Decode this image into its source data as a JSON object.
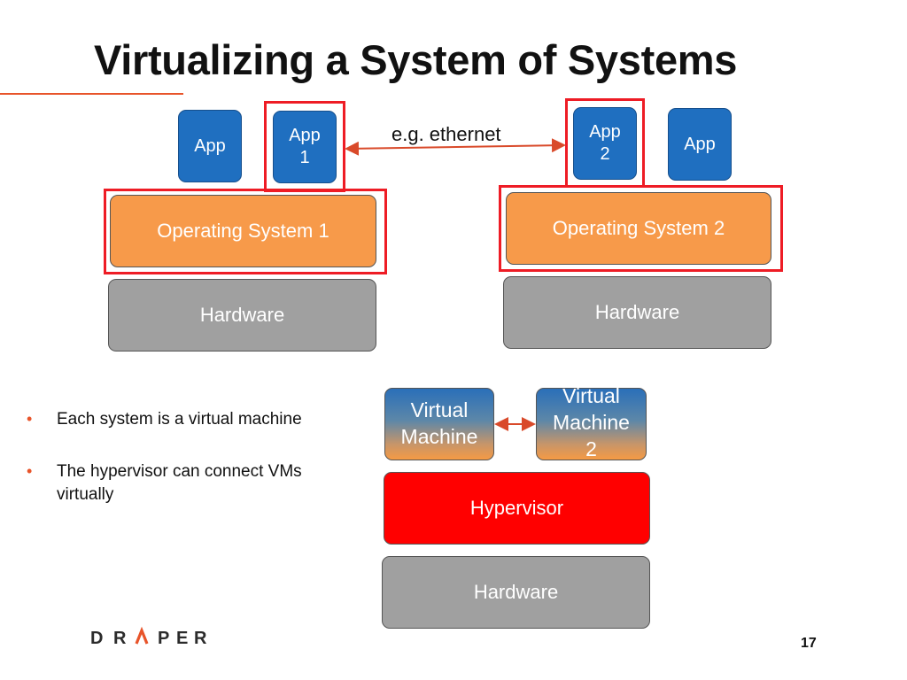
{
  "slide": {
    "title": "Virtualizing a System of Systems",
    "page_number": "17"
  },
  "system1": {
    "app_left": "App",
    "app_right": "App\n1",
    "os": "Operating System 1",
    "hardware": "Hardware"
  },
  "system2": {
    "app_left": "App\n2",
    "app_right": "App",
    "os": "Operating System 2",
    "hardware": "Hardware"
  },
  "link_label": "e.g. ethernet",
  "virtual": {
    "vm1": "Virtual\nMachine",
    "vm2": "Virtual\nMachine\n2",
    "hypervisor": "Hypervisor",
    "hardware": "Hardware"
  },
  "bullets": [
    "Each system is a virtual machine",
    "The hypervisor can connect VMs virtually"
  ],
  "logo": {
    "text": "DRAPER"
  },
  "colors": {
    "app": "#1f6fc0",
    "os": "#f79a4a",
    "hardware": "#a0a0a0",
    "hypervisor": "#ff0000",
    "highlight": "#ee1c25",
    "accent": "#e8542a"
  }
}
